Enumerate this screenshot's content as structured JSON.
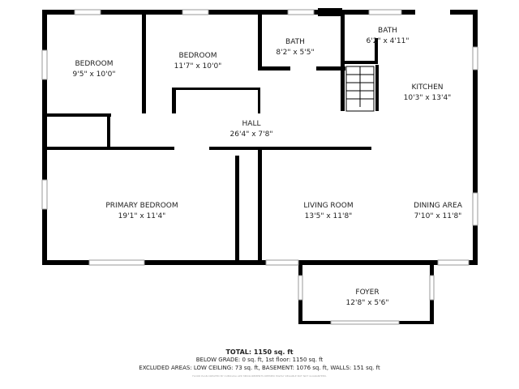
{
  "rooms": [
    {
      "name": "BEDROOM",
      "size": "9'5\" x 10'0\""
    },
    {
      "name": "BEDROOM",
      "size": "11'7\" x 10'0\""
    },
    {
      "name": "BATH",
      "size": "8'2\" x 5'5\""
    },
    {
      "name": "BATH",
      "size": "6'2\" x 4'11\""
    },
    {
      "name": "KITCHEN",
      "size": "10'3\" x 13'4\""
    },
    {
      "name": "HALL",
      "size": "26'4\" x 7'8\""
    },
    {
      "name": "PRIMARY BEDROOM",
      "size": "19'1\" x 11'4\""
    },
    {
      "name": "LIVING ROOM",
      "size": "13'5\" x 11'8\""
    },
    {
      "name": "DINING AREA",
      "size": "7'10\" x 11'8\""
    },
    {
      "name": "FOYER",
      "size": "12'8\" x 5'6\""
    }
  ],
  "summary": {
    "total": "TOTAL: 1150 sq. ft",
    "below_grade": "BELOW GRADE: 0 sq. ft, 1st floor: 1150 sq. ft",
    "excluded": "EXCLUDED AREAS: LOW CEILING: 73 sq. ft, BASEMENT: 1076 sq. ft, WALLS: 151 sq. ft",
    "disclaimer": "FLOOR PLAN CREATED BY CUBICASA APP. MEASUREMENTS DEEMED HIGHLY RELIABLE BUT NOT GUARANTEED."
  },
  "colors": {
    "wall": "#000000",
    "window": "#cccccc"
  }
}
